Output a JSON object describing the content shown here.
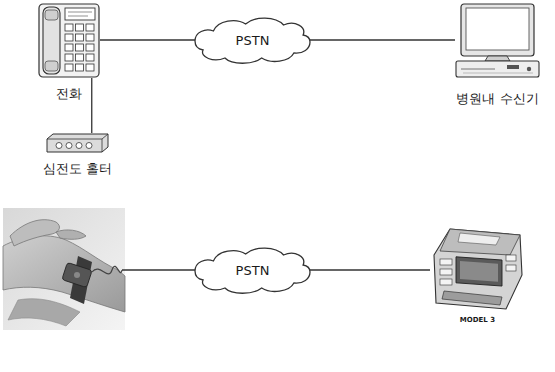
{
  "diagram": {
    "nodes": [
      {
        "text": [
          "전화"
        ]
      },
      {
        "text": [
          "PSTN"
        ]
      },
      {
        "text": [
          "병원내 수신기"
        ]
      },
      {
        "text": [
          "심전도 홀터"
        ]
      },
      {
        "text": [
          "PSTN"
        ]
      },
      {
        "text": [
          "MODEL 3"
        ]
      }
    ],
    "edges": [
      {
        "from": 0,
        "to": 1,
        "arrow": "none"
      },
      {
        "from": 1,
        "to": 2,
        "arrow": "none"
      },
      {
        "from": 0,
        "to": 3,
        "arrow": "none"
      },
      {
        "from": 4,
        "to": 5,
        "arrow": "none"
      }
    ]
  }
}
